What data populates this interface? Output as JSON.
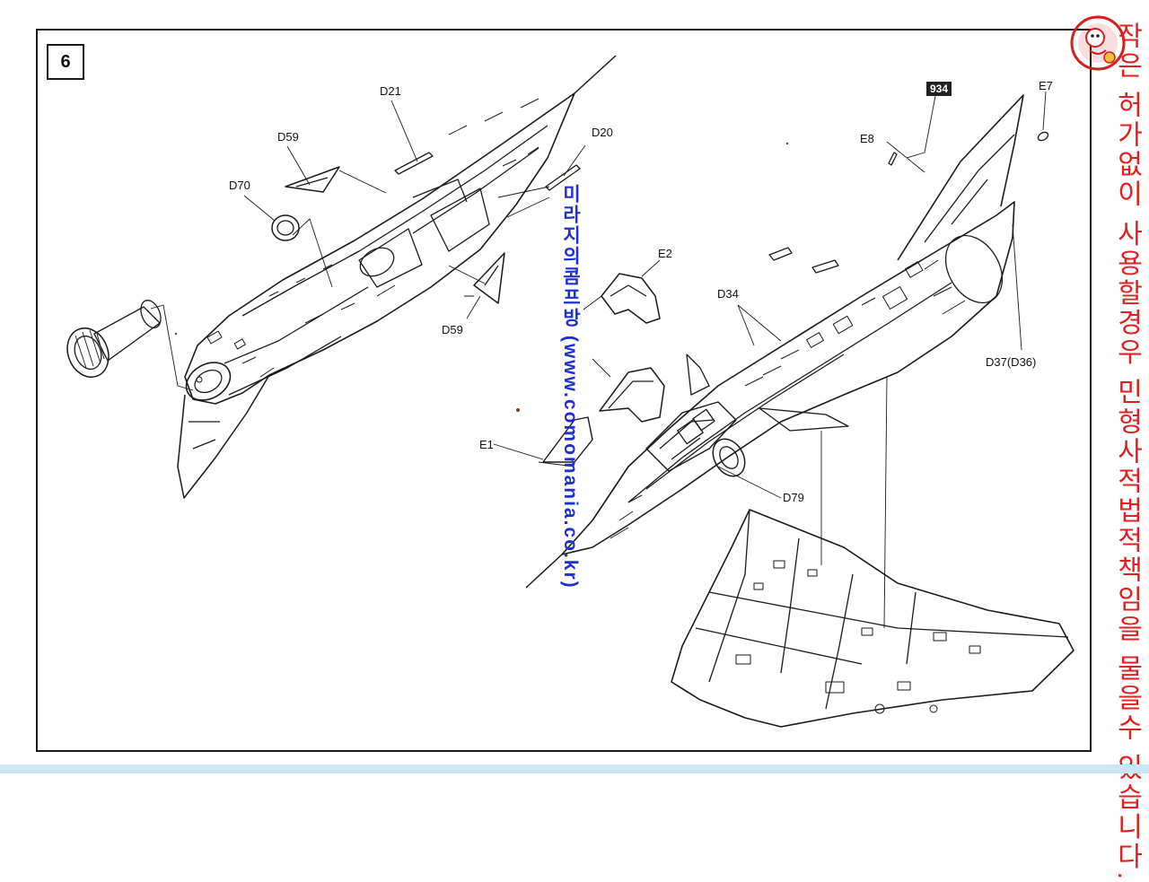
{
  "step": {
    "number": "6"
  },
  "callouts": {
    "d21": "D21",
    "d59_top": "D59",
    "d20": "D20",
    "d70": "D70",
    "d59_bottom": "D59",
    "e2": "E2",
    "d34": "D34",
    "e1": "E1",
    "d79": "D79",
    "e8": "E8",
    "e7": "E7",
    "d37": "D37(D36)"
  },
  "badge": {
    "text": "934"
  },
  "watermark": {
    "text": "미라지의콤프방 (www.comomania.co.kr)",
    "color": "#1f2fd0"
  },
  "side_notice": {
    "text": "작은 허가없이 사용할경우 민형사적법적책임을 물을수 있습니다.",
    "color": "#e02020"
  },
  "stamp": {
    "icon": "mascot-stamp-icon",
    "color": "#d21f1f"
  },
  "colors": {
    "line": "#1a1a1a",
    "page": "#ffffff",
    "band": "#c9e6f2"
  }
}
